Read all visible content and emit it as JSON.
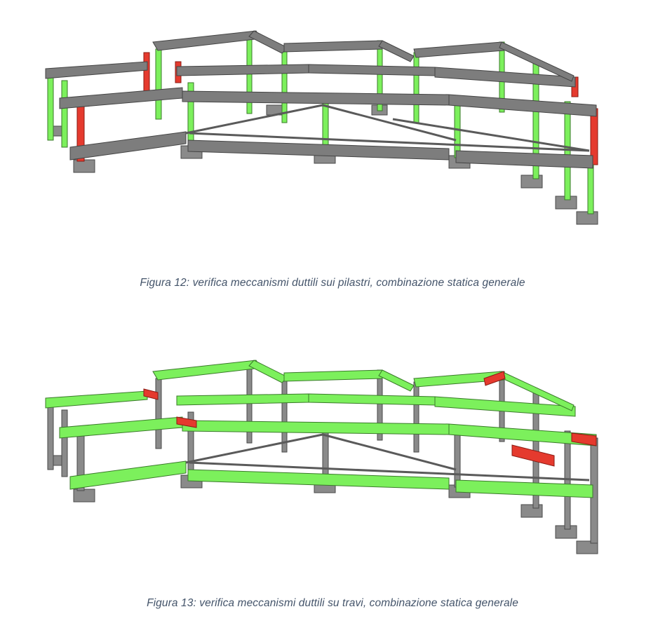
{
  "figures": [
    {
      "caption": "Figura 12: verifica meccanismi duttili sui pilastri, combinazione statica generale",
      "highlighted_elements": "pilastri",
      "colors": {
        "ok": "#7CF05C",
        "fail": "#E53A2E",
        "neutral": "#7F7F7F"
      }
    },
    {
      "caption": "Figura 13: verifica meccanismi duttili su travi, combinazione statica generale",
      "highlighted_elements": "travi",
      "colors": {
        "ok": "#7CF05C",
        "fail": "#E53A2E",
        "neutral": "#7F7F7F"
      }
    }
  ]
}
